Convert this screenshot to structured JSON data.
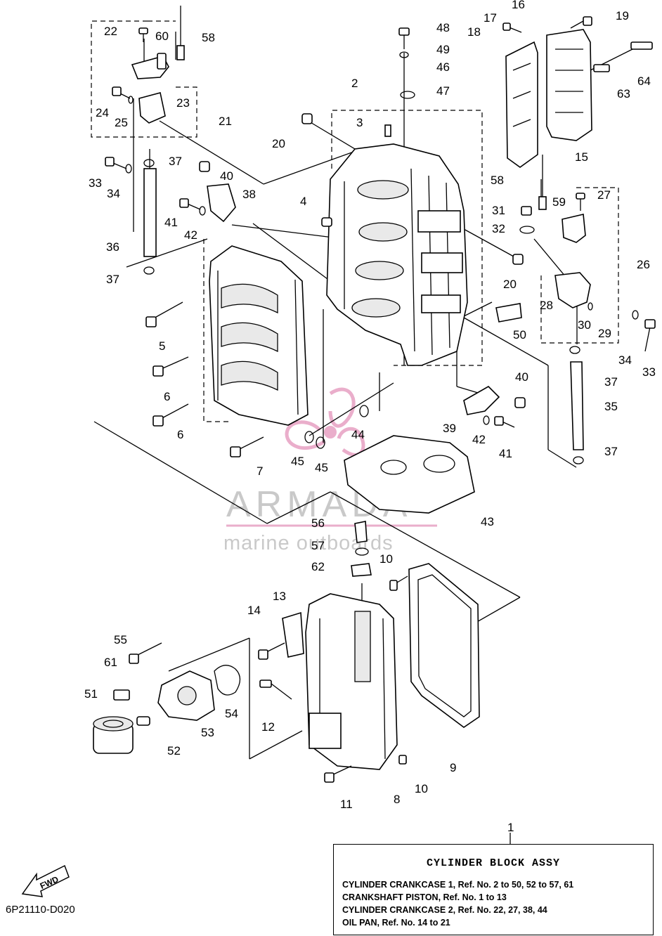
{
  "callouts": [
    {
      "id": "c1",
      "text": "1"
    },
    {
      "id": "c2",
      "text": "2"
    },
    {
      "id": "c3",
      "text": "3"
    },
    {
      "id": "c4",
      "text": "4"
    },
    {
      "id": "c5",
      "text": "5"
    },
    {
      "id": "c6a",
      "text": "6"
    },
    {
      "id": "c6b",
      "text": "6"
    },
    {
      "id": "c7",
      "text": "7"
    },
    {
      "id": "c8",
      "text": "8"
    },
    {
      "id": "c9",
      "text": "9"
    },
    {
      "id": "c10a",
      "text": "10"
    },
    {
      "id": "c10b",
      "text": "10"
    },
    {
      "id": "c11",
      "text": "11"
    },
    {
      "id": "c12",
      "text": "12"
    },
    {
      "id": "c13",
      "text": "13"
    },
    {
      "id": "c14",
      "text": "14"
    },
    {
      "id": "c15",
      "text": "15"
    },
    {
      "id": "c16",
      "text": "16"
    },
    {
      "id": "c17",
      "text": "17"
    },
    {
      "id": "c18",
      "text": "18"
    },
    {
      "id": "c19",
      "text": "19"
    },
    {
      "id": "c20a",
      "text": "20"
    },
    {
      "id": "c20b",
      "text": "20"
    },
    {
      "id": "c21",
      "text": "21"
    },
    {
      "id": "c22",
      "text": "22"
    },
    {
      "id": "c23",
      "text": "23"
    },
    {
      "id": "c24",
      "text": "24"
    },
    {
      "id": "c25",
      "text": "25"
    },
    {
      "id": "c26",
      "text": "26"
    },
    {
      "id": "c27",
      "text": "27"
    },
    {
      "id": "c28",
      "text": "28"
    },
    {
      "id": "c29",
      "text": "29"
    },
    {
      "id": "c30",
      "text": "30"
    },
    {
      "id": "c31",
      "text": "31"
    },
    {
      "id": "c32",
      "text": "32"
    },
    {
      "id": "c33a",
      "text": "33"
    },
    {
      "id": "c33b",
      "text": "33"
    },
    {
      "id": "c34a",
      "text": "34"
    },
    {
      "id": "c34b",
      "text": "34"
    },
    {
      "id": "c35",
      "text": "35"
    },
    {
      "id": "c36",
      "text": "36"
    },
    {
      "id": "c37a",
      "text": "37"
    },
    {
      "id": "c37b",
      "text": "37"
    },
    {
      "id": "c37c",
      "text": "37"
    },
    {
      "id": "c37d",
      "text": "37"
    },
    {
      "id": "c38",
      "text": "38"
    },
    {
      "id": "c39",
      "text": "39"
    },
    {
      "id": "c40a",
      "text": "40"
    },
    {
      "id": "c40b",
      "text": "40"
    },
    {
      "id": "c41a",
      "text": "41"
    },
    {
      "id": "c41b",
      "text": "41"
    },
    {
      "id": "c42a",
      "text": "42"
    },
    {
      "id": "c42b",
      "text": "42"
    },
    {
      "id": "c43",
      "text": "43"
    },
    {
      "id": "c44",
      "text": "44"
    },
    {
      "id": "c45a",
      "text": "45"
    },
    {
      "id": "c45b",
      "text": "45"
    },
    {
      "id": "c46",
      "text": "46"
    },
    {
      "id": "c47",
      "text": "47"
    },
    {
      "id": "c48",
      "text": "48"
    },
    {
      "id": "c49",
      "text": "49"
    },
    {
      "id": "c50",
      "text": "50"
    },
    {
      "id": "c51",
      "text": "51"
    },
    {
      "id": "c52",
      "text": "52"
    },
    {
      "id": "c53",
      "text": "53"
    },
    {
      "id": "c54",
      "text": "54"
    },
    {
      "id": "c55",
      "text": "55"
    },
    {
      "id": "c56",
      "text": "56"
    },
    {
      "id": "c57",
      "text": "57"
    },
    {
      "id": "c58a",
      "text": "58"
    },
    {
      "id": "c58b",
      "text": "58"
    },
    {
      "id": "c59",
      "text": "59"
    },
    {
      "id": "c60",
      "text": "60"
    },
    {
      "id": "c61",
      "text": "61"
    },
    {
      "id": "c62",
      "text": "62"
    },
    {
      "id": "c63",
      "text": "63"
    },
    {
      "id": "c64",
      "text": "64"
    }
  ],
  "watermark": {
    "brand": "ARMADA",
    "tagline": "marine outboards",
    "accent_color": "#e8a6c6",
    "text_color": "#c4c4c4"
  },
  "info_box": {
    "ref": "1",
    "title": "CYLINDER  BLOCK ASSY",
    "lines": [
      "CYLINDER CRANKCASE 1,  Ref. No. 2 to 50, 52 to 57, 61",
      "CRANKSHAFT PISTON,    Ref. No. 1 to 13",
      "CYLINDER CRANKCASE 2,  Ref. No. 22, 27, 38, 44",
      "OIL PAN,   Ref. No. 14 to 21"
    ]
  },
  "fwd_label": "FWD",
  "drawing_code": "6P21110-D020"
}
